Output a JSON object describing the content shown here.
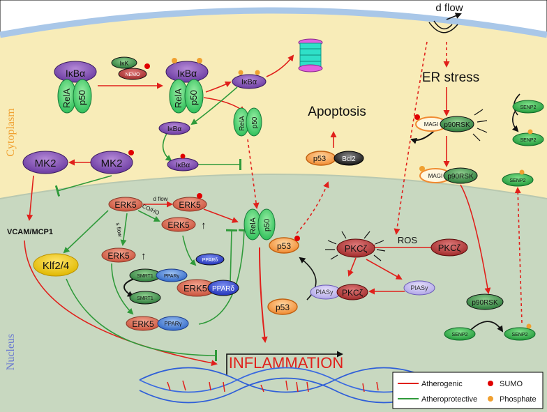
{
  "regions": {
    "cytoplasm": "Cytoplasm",
    "nucleus": "Nucleus"
  },
  "stimulus": {
    "d_flow_top": "d flow",
    "er_stress": "ER stress",
    "ros": "ROS",
    "apoptosis": "Apoptosis",
    "inflammation": "INFLAMMATION",
    "vcam": "VCAM/MCP1"
  },
  "nodes": {
    "ikba": "IκBα",
    "rela": "RelA",
    "p50": "p50",
    "ikk": "IκK",
    "nemo": "NEMO",
    "mk2": "MK2",
    "erk5": "ERK5",
    "klf": "Klf2/4",
    "ppard": "PPARδ",
    "pparg": "PPARγ",
    "smrt1": "SMRT1",
    "p53": "p53",
    "bcl2": "Bcl2",
    "pkcz": "PKCζ",
    "piasy": "PIASy",
    "magi": "MAGI",
    "p90rsk": "p90RSK",
    "senp2": "SENP2"
  },
  "edge_labels": {
    "d_flow": "d flow",
    "co_ho": "CO/HO",
    "s_flow": "s flow",
    "up_arrow": "↑"
  },
  "legend": {
    "atherogenic": "Atherogenic",
    "atheroprotective": "Atheroprotective",
    "sumo": "SUMO",
    "phosphate": "Phosphate"
  },
  "colors": {
    "atherogenic": "#e0201b",
    "atheroprotective": "#2f9a3a",
    "sumo": "#e00000",
    "phosphate": "#f0a030",
    "cytoplasm": "#f8ecb8",
    "nucleus": "#c8d8c0",
    "membrane": "#a9c7e8"
  }
}
